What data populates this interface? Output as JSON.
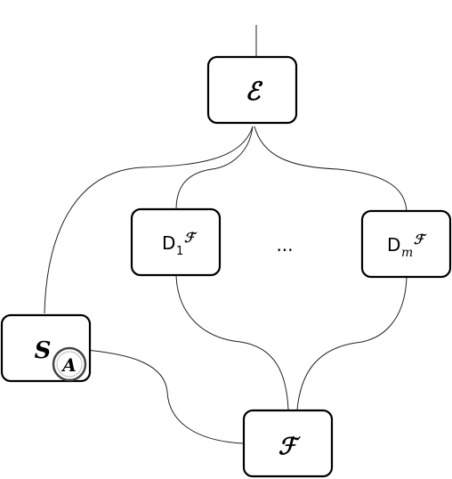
{
  "diagram": {
    "top_node": {
      "label": "ℰ"
    },
    "left_node": {
      "label": "S",
      "marker": "A"
    },
    "d1_node": {
      "label": "D",
      "subscript": "1",
      "superscript": "ℱ"
    },
    "dm_node": {
      "label": "D",
      "subscript": "m",
      "superscript": "ℱ"
    },
    "ellipsis": "...",
    "bottom_node": {
      "label": "ℱ"
    }
  }
}
